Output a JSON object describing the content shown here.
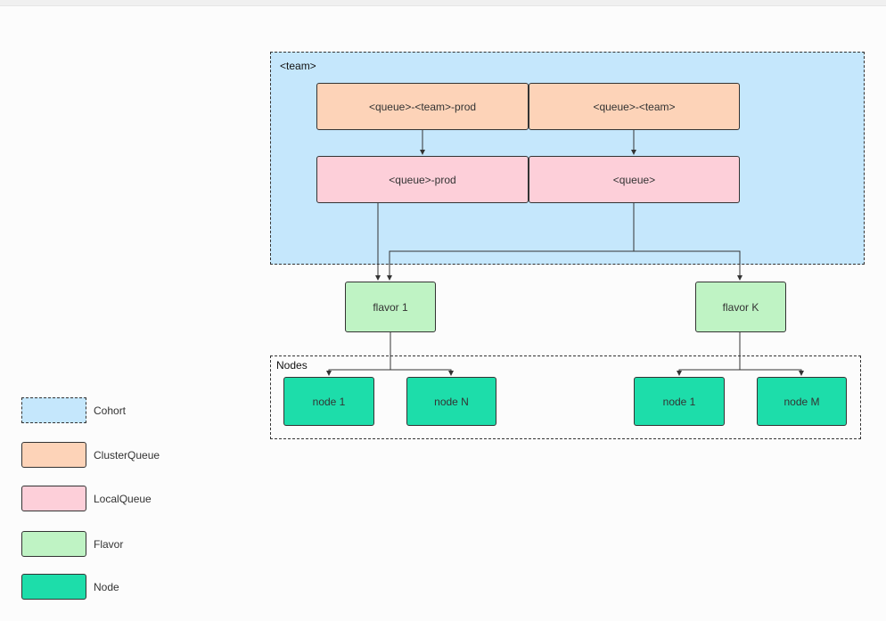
{
  "colors": {
    "cohort": "#c5e7fc",
    "cluster_queue": "#fdd3b8",
    "local_queue": "#fdcfd9",
    "flavor": "#bff3c4",
    "node": "#1dddaa"
  },
  "regions": {
    "team_label": "<team>",
    "nodes_label": "Nodes"
  },
  "cluster_queues": {
    "prod": "<queue>-<team>-prod",
    "default": "<queue>-<team>"
  },
  "local_queues": {
    "prod": "<queue>-prod",
    "default": "<queue>"
  },
  "flavors": {
    "first": "flavor 1",
    "last": "flavor K"
  },
  "nodes": {
    "group1_first": "node 1",
    "group1_last": "node N",
    "group2_first": "node 1",
    "group2_last": "node M"
  },
  "legend": {
    "cohort": "Cohort",
    "cluster_queue": "ClusterQueue",
    "local_queue": "LocalQueue",
    "flavor": "Flavor",
    "node": "Node"
  }
}
